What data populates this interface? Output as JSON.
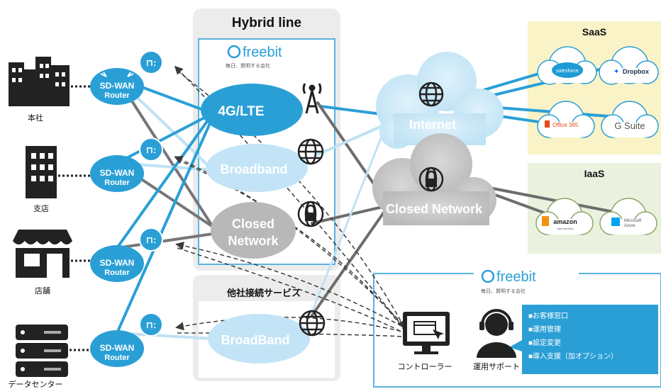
{
  "hybrid": {
    "title": "Hybrid line",
    "brand": "freebit",
    "tagline": "毎日、質明する会社",
    "lte": "4G/LTE",
    "broadband": "Broadband",
    "closed_line1": "Closed",
    "closed_line2": "Network"
  },
  "other": {
    "title": "他社接続サービス",
    "broadband": "BroadBand"
  },
  "sites": [
    {
      "label": "本社",
      "router_line1": "SD-WAN",
      "router_line2": "Router"
    },
    {
      "label": "支店",
      "router_line1": "SD-WAN",
      "router_line2": "Router"
    },
    {
      "label": "店舗",
      "router_line1": "SD-WAN",
      "router_line2": "Router"
    },
    {
      "label": "データセンター",
      "router_line1": "SD-WAN",
      "router_line2": "Router"
    }
  ],
  "clouds": {
    "internet": "Internet",
    "closed": "Closed Network"
  },
  "saas": {
    "title": "SaaS",
    "items": [
      "salesforce",
      "Dropbox",
      "Office 365",
      "G Suite"
    ]
  },
  "iaas": {
    "title": "IaaS",
    "items": [
      "amazon",
      "web services",
      "Microsoft",
      "Azure"
    ]
  },
  "support": {
    "brand": "freebit",
    "tagline": "毎日、質明する会社",
    "controller": "コントローラー",
    "operations": "運用サポート",
    "services": [
      "■お客様窓口",
      "■運用管理",
      "■設定変更",
      "■導入支援（加オプション）"
    ]
  },
  "colors": {
    "accent_blue": "#2a9fd6",
    "light_blue": "#d5ecf8",
    "dark_gray": "#6d6d6d",
    "saas_bg": "#faf3c8",
    "iaas_bg": "#eaf2df"
  }
}
